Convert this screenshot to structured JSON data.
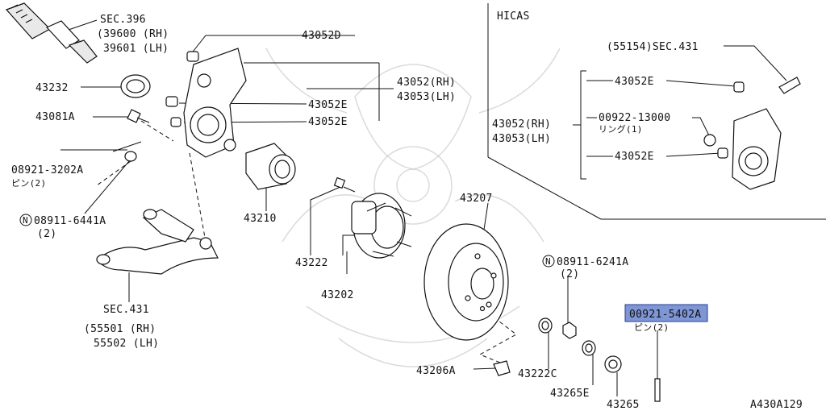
{
  "diagram": {
    "figure_code": "A430A129",
    "hicas_label": "HICAS",
    "labels": {
      "sec396": "SEC.396",
      "p39600": "(39600 (RH)",
      "p39601": "39601 (LH)",
      "p43232": "43232",
      "p43081A": "43081A",
      "p08921_3202A": "08921-3202A",
      "p08921_pin": "ピン(2)",
      "p08911_6441A": "08911-6441A",
      "p08911_6441A_qty": "(2)",
      "sec431_main": "SEC.431",
      "p55501": "(55501 (RH)",
      "p55502": "55502 (LH)",
      "p43052D": "43052D",
      "p43052_rh": "43052(RH)",
      "p43053_lh": "43053(LH)",
      "p43052E_a": "43052E",
      "p43052E_b": "43052E",
      "p43210": "43210",
      "p43222": "43222",
      "p43202": "43202",
      "p43207": "43207",
      "p08911_6241A": "08911-6241A",
      "p08911_6241A_qty": "(2)",
      "p00921_5402A": "00921-5402A",
      "p00921_pin": "ピン(2)",
      "p43206A": "43206A",
      "p43222C": "43222C",
      "p43265E": "43265E",
      "p43265": "43265",
      "h_55154": "(55154)SEC.431",
      "h_43052E_a": "43052E",
      "h_00922": "00922-13000",
      "h_ring": "リング(1)",
      "h_43052_rh": "43052(RH)",
      "h_43053_lh": "43053(LH)",
      "h_43052E_b": "43052E",
      "n_mark": "N"
    }
  }
}
